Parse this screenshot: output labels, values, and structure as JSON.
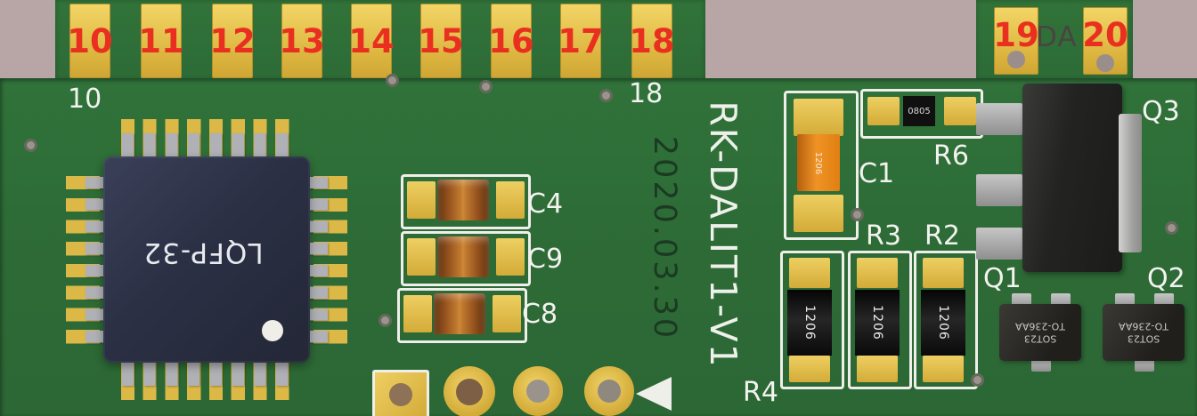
{
  "connector": {
    "top_pins": [
      "10",
      "11",
      "12",
      "13",
      "14",
      "15",
      "16",
      "17",
      "18"
    ],
    "right_pins": [
      "19",
      "20"
    ],
    "da_label": "DA"
  },
  "silkscreen": {
    "pin10_label": "10",
    "pin18_label": "18",
    "date": "2020.03.30",
    "board_name": "RK-DALIT1-V1",
    "c4": "C4",
    "c9": "C9",
    "c8": "C8",
    "c1": "C1",
    "r6": "R6",
    "r3": "R3",
    "r2": "R2",
    "r4": "R4",
    "q1": "Q1",
    "q2": "Q2",
    "q3": "Q3"
  },
  "components": {
    "mcu_package": "LQFP-32",
    "c1_size_code": "1206",
    "r6_size_code": "0805",
    "r2_size_code": "1206",
    "r3_size_code": "1206",
    "r4_size_code": "1206",
    "sot23_line1": "SOT23",
    "sot23_line2": "TO-236AA"
  },
  "colors": {
    "background": "#b7a6a5",
    "board_green": "#2e6c37",
    "pad_gold": "#ddb742",
    "pad_number_red": "#e93020",
    "silkscreen_white": "#f2f2ee",
    "chip_body": "#2b3045",
    "capacitor_orange": "#ef9325",
    "resistor_black": "#141414",
    "pin_gray": "#b0b1b6"
  }
}
